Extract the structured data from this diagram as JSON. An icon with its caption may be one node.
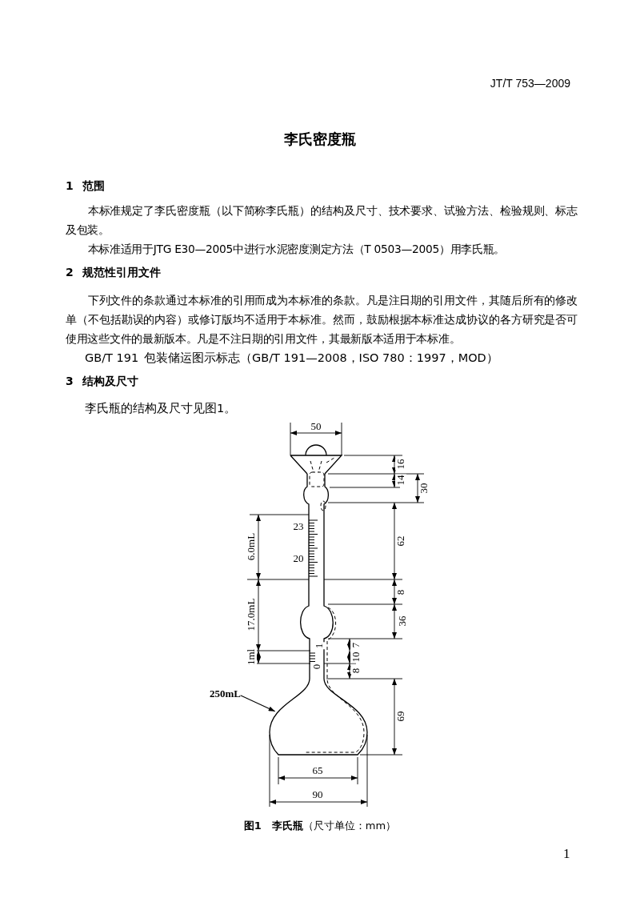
{
  "diagram": {
    "title": "李氏密度瓶",
    "caption": "**图1　李氏瓶**（尺寸单位：mm）",
    "nodes": [
      {
        "text": [
          "250mL"
        ]
      },
      {
        "text": [],
        "shape": "bulb"
      }
    ],
    "edges": [
      {
        "from": 0,
        "to": 1,
        "arrow": "to"
      }
    ],
    "labels": [
      "JT/T 753—2009",
      "1",
      "范围",
      "本标准规定了李氏密度瓶（以下简称李氏瓶）的结构及尺寸、技术要求、试验方法、检验规则、标志及包装。",
      "本标准适用于JTG E30—2005中进行水泥密度测定方法（T 0503—2005）用李氏瓶。",
      "2",
      "规范性引用文件",
      "下列文件的条款通过本标准的引用而成为本标准的条款。凡是注日期的引用文件，其随后所有的修改单（不包括勘误的内容）或修订版均不适用于本标准。然而，鼓励根据本标准达成协议的各方研究是否可使用这些文件的最新版本。凡是不注日期的引用文件，其最新版本适用于本标准。",
      "GB/T 191",
      "包装储运图示标志（GB/T 191—2008，ISO 780：1997，MOD）",
      "3",
      "结构及尺寸",
      "李氏瓶的结构及尺寸见图1。",
      "50",
      "16",
      "14",
      "30",
      "62",
      "8",
      "36",
      "7",
      "10",
      "8",
      "69",
      "23",
      "20",
      "6.0mL",
      "17.0mL",
      "1ml",
      "1",
      "0",
      "65",
      "90",
      "1"
    ]
  }
}
